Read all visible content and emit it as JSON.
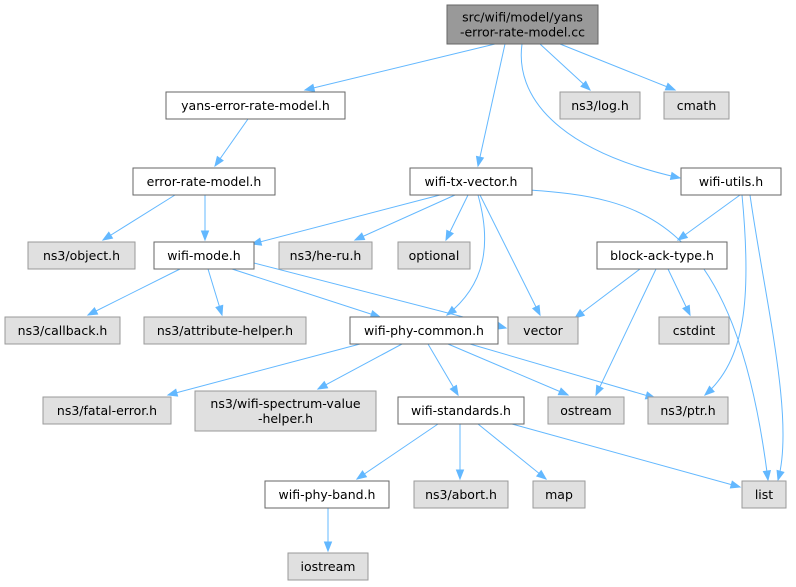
{
  "colors": {
    "edge": "#63b8ff",
    "root_fill": "#999999",
    "local_fill": "#ffffff",
    "system_fill": "#e0e0e0",
    "system_stroke": "#999999",
    "local_stroke": "#666666"
  },
  "nodes": {
    "root": {
      "lines": [
        "src/wifi/model/yans",
        "-error-rate-model.cc"
      ]
    },
    "yans_error_rate_model_h": {
      "lines": [
        "yans-error-rate-model.h"
      ]
    },
    "ns3_log_h": {
      "lines": [
        "ns3/log.h"
      ]
    },
    "cmath": {
      "lines": [
        "cmath"
      ]
    },
    "error_rate_model_h": {
      "lines": [
        "error-rate-model.h"
      ]
    },
    "wifi_tx_vector_h": {
      "lines": [
        "wifi-tx-vector.h"
      ]
    },
    "wifi_utils_h": {
      "lines": [
        "wifi-utils.h"
      ]
    },
    "ns3_object_h": {
      "lines": [
        "ns3/object.h"
      ]
    },
    "wifi_mode_h": {
      "lines": [
        "wifi-mode.h"
      ]
    },
    "ns3_he_ru_h": {
      "lines": [
        "ns3/he-ru.h"
      ]
    },
    "optional": {
      "lines": [
        "optional"
      ]
    },
    "block_ack_type_h": {
      "lines": [
        "block-ack-type.h"
      ]
    },
    "ns3_callback_h": {
      "lines": [
        "ns3/callback.h"
      ]
    },
    "ns3_attribute_helper_h": {
      "lines": [
        "ns3/attribute-helper.h"
      ]
    },
    "wifi_phy_common_h": {
      "lines": [
        "wifi-phy-common.h"
      ]
    },
    "vector": {
      "lines": [
        "vector"
      ]
    },
    "cstdint": {
      "lines": [
        "cstdint"
      ]
    },
    "ns3_fatal_error_h": {
      "lines": [
        "ns3/fatal-error.h"
      ]
    },
    "ns3_wifi_spectrum_value_helper_h": {
      "lines": [
        "ns3/wifi-spectrum-value",
        "-helper.h"
      ]
    },
    "wifi_standards_h": {
      "lines": [
        "wifi-standards.h"
      ]
    },
    "ostream": {
      "lines": [
        "ostream"
      ]
    },
    "ns3_ptr_h": {
      "lines": [
        "ns3/ptr.h"
      ]
    },
    "wifi_phy_band_h": {
      "lines": [
        "wifi-phy-band.h"
      ]
    },
    "ns3_abort_h": {
      "lines": [
        "ns3/abort.h"
      ]
    },
    "map": {
      "lines": [
        "map"
      ]
    },
    "list": {
      "lines": [
        "list"
      ]
    },
    "iostream": {
      "lines": [
        "iostream"
      ]
    }
  }
}
